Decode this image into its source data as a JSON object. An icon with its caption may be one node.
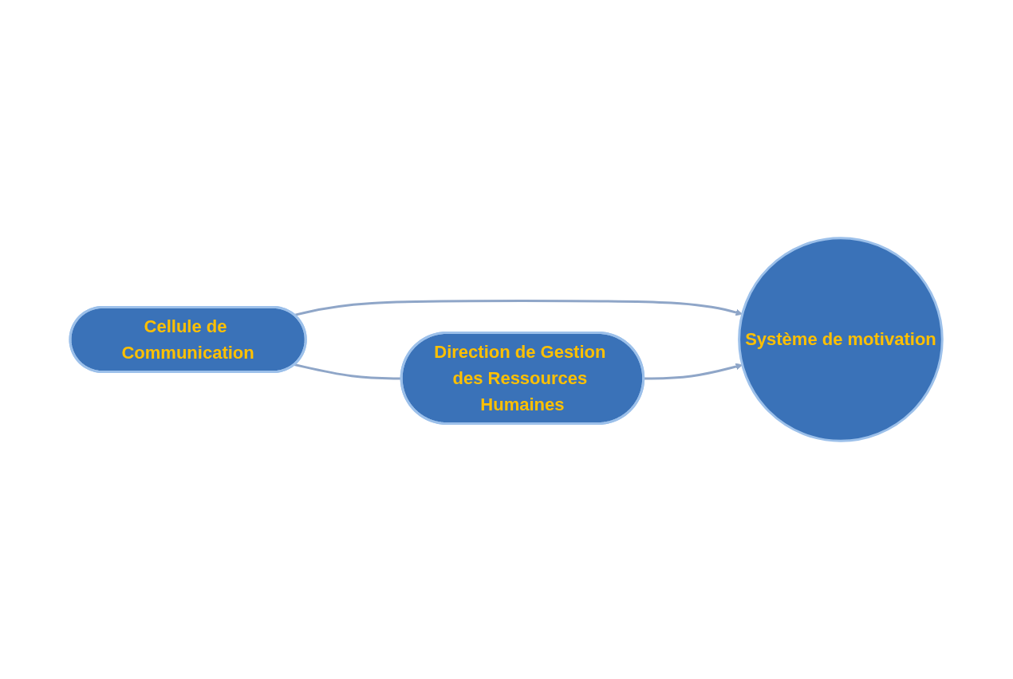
{
  "diagram": {
    "nodes": [
      {
        "text": [
          "Cellule de Communication"
        ]
      },
      {
        "text": [
          "Direction de Gestion des Ressources Humaines"
        ]
      },
      {
        "text": [
          "Système de motivation"
        ]
      }
    ],
    "edges": [
      {
        "from": 0,
        "to": 1,
        "arrow": "none"
      },
      {
        "from": 0,
        "to": 2,
        "arrow": "to"
      },
      {
        "from": 1,
        "to": 2,
        "arrow": "to"
      }
    ]
  }
}
